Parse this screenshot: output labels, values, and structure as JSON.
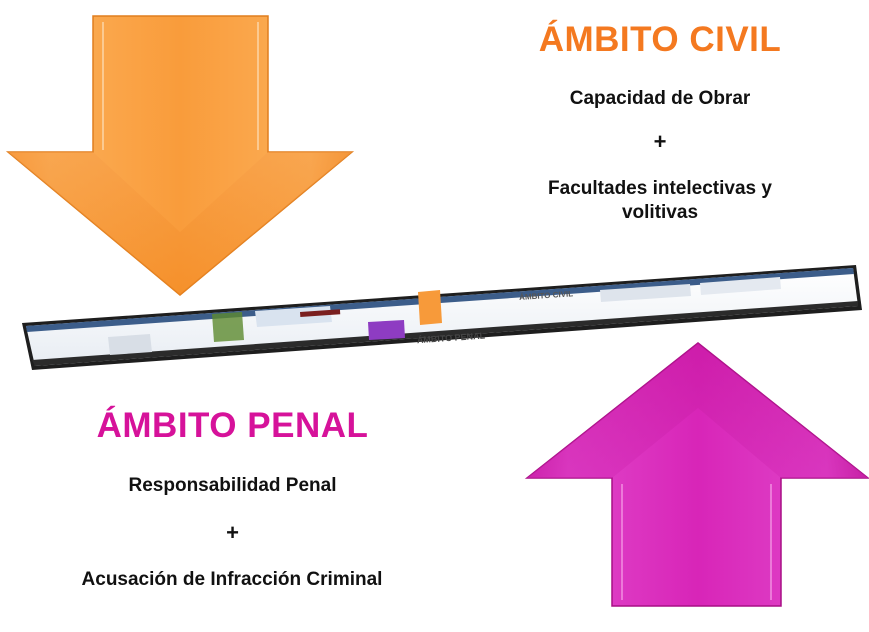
{
  "civil": {
    "title": "ÁMBITO CIVIL",
    "line1": "Capacidad de Obrar",
    "plus": "+",
    "line2": "Facultades intelectivas y volitivas"
  },
  "penal": {
    "title": "ÁMBITO PENAL",
    "line1": "Responsabilidad Penal",
    "plus": "+",
    "line2": "Acusación de Infracción Criminal"
  },
  "thumbnail": {
    "civil_title": "ÁMBITO CIVIL",
    "penal_title": "ÁMBITO PENAL"
  },
  "colors": {
    "civil_accent": "#F47920",
    "penal_accent": "#D6129A",
    "down_arrow_fill": "#F99A3A",
    "up_arrow_fill": "#D81FB8"
  },
  "icons": {
    "down_arrow": "arrow-down-icon",
    "up_arrow": "arrow-up-icon"
  }
}
